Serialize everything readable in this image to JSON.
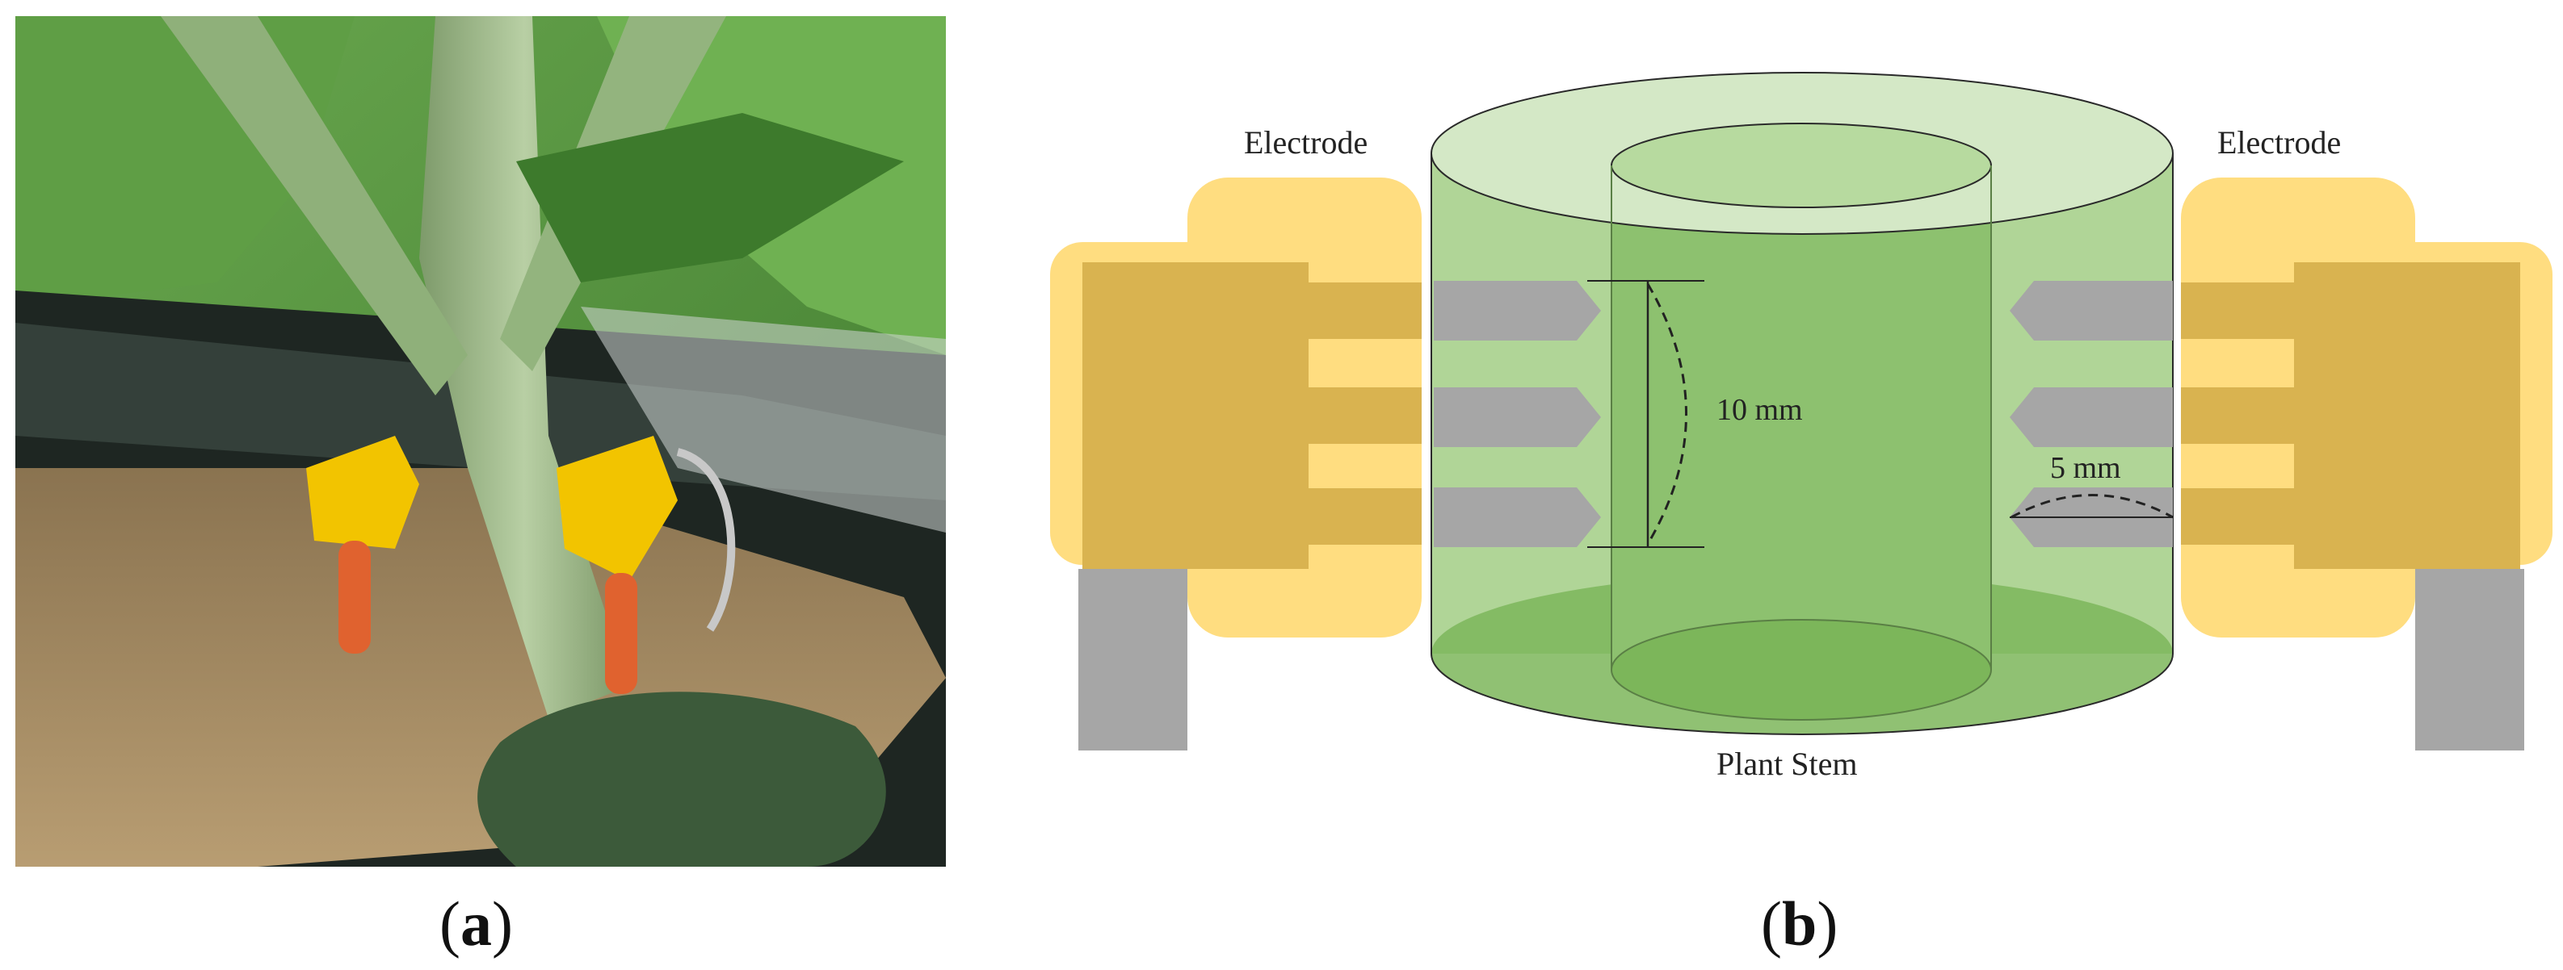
{
  "panel_a": {
    "label_letter": "a",
    "photo_subject": "plant-stem-with-yellow-electrodes-photo"
  },
  "panel_b": {
    "label_letter": "b",
    "electrode_left_label": "Electrode",
    "electrode_right_label": "Electrode",
    "stem_label": "Plant Stem",
    "needle_span_label": "10 mm",
    "needle_depth_label": "5 mm"
  },
  "colors": {
    "electrode_outer": "#FFDD80",
    "electrode_inner": "#D9B350",
    "needle": "#A6A6A6",
    "stem_outer": "#A9D18E",
    "stem_inner": "#8DC16F",
    "stem_top": "#D4E8C6",
    "stem_bottom": "#7CB65A",
    "leg": "#A6A6A6"
  }
}
